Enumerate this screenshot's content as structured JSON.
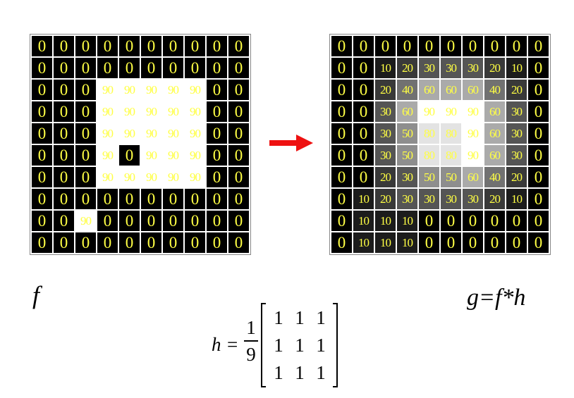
{
  "input_image": {
    "label": "f",
    "values": [
      [
        "0",
        "0",
        "0",
        "0",
        "0",
        "0",
        "0",
        "0",
        "0",
        "0"
      ],
      [
        "0",
        "0",
        "0",
        "0",
        "0",
        "0",
        "0",
        "0",
        "0",
        "0"
      ],
      [
        "0",
        "0",
        "0",
        "90",
        "90",
        "90",
        "90",
        "90",
        "0",
        "0"
      ],
      [
        "0",
        "0",
        "0",
        "90",
        "90",
        "90",
        "90",
        "90",
        "0",
        "0"
      ],
      [
        "0",
        "0",
        "0",
        "90",
        "90",
        "90",
        "90",
        "90",
        "0",
        "0"
      ],
      [
        "0",
        "0",
        "0",
        "90",
        "0",
        "90",
        "90",
        "90",
        "0",
        "0"
      ],
      [
        "0",
        "0",
        "0",
        "90",
        "90",
        "90",
        "90",
        "90",
        "0",
        "0"
      ],
      [
        "0",
        "0",
        "0",
        "0",
        "0",
        "0",
        "0",
        "0",
        "0",
        "0"
      ],
      [
        "0",
        "0",
        "90",
        "0",
        "0",
        "0",
        "0",
        "0",
        "0",
        "0"
      ],
      [
        "0",
        "0",
        "0",
        "0",
        "0",
        "0",
        "0",
        "0",
        "0",
        "0"
      ]
    ]
  },
  "output_image": {
    "label": "g=f*h",
    "values": [
      [
        "0",
        "0",
        "0",
        "0",
        "0",
        "0",
        "0",
        "0",
        "0",
        "0"
      ],
      [
        "0",
        "0",
        "10",
        "20",
        "30",
        "30",
        "30",
        "20",
        "10",
        "0"
      ],
      [
        "0",
        "0",
        "20",
        "40",
        "60",
        "60",
        "60",
        "40",
        "20",
        "0"
      ],
      [
        "0",
        "0",
        "30",
        "60",
        "90",
        "90",
        "90",
        "60",
        "30",
        "0"
      ],
      [
        "0",
        "0",
        "30",
        "50",
        "80",
        "80",
        "90",
        "60",
        "30",
        "0"
      ],
      [
        "0",
        "0",
        "30",
        "50",
        "80",
        "80",
        "90",
        "60",
        "30",
        "0"
      ],
      [
        "0",
        "0",
        "20",
        "30",
        "50",
        "50",
        "60",
        "40",
        "20",
        "0"
      ],
      [
        "0",
        "10",
        "20",
        "30",
        "30",
        "30",
        "30",
        "20",
        "10",
        "0"
      ],
      [
        "0",
        "10",
        "10",
        "10",
        "0",
        "0",
        "0",
        "0",
        "0",
        "0"
      ],
      [
        "0",
        "10",
        "10",
        "10",
        "0",
        "0",
        "0",
        "0",
        "0",
        "0"
      ]
    ]
  },
  "kernel": {
    "name": "h",
    "equals": "=",
    "factor_numerator": "1",
    "factor_denominator": "9",
    "matrix": [
      [
        "1",
        "1",
        "1"
      ],
      [
        "1",
        "1",
        "1"
      ],
      [
        "1",
        "1",
        "1"
      ]
    ]
  },
  "colors": {
    "text": "#ffff44",
    "arrow": "#ee1111",
    "cell_white": "#ffffff",
    "cell_black": "#000000"
  }
}
